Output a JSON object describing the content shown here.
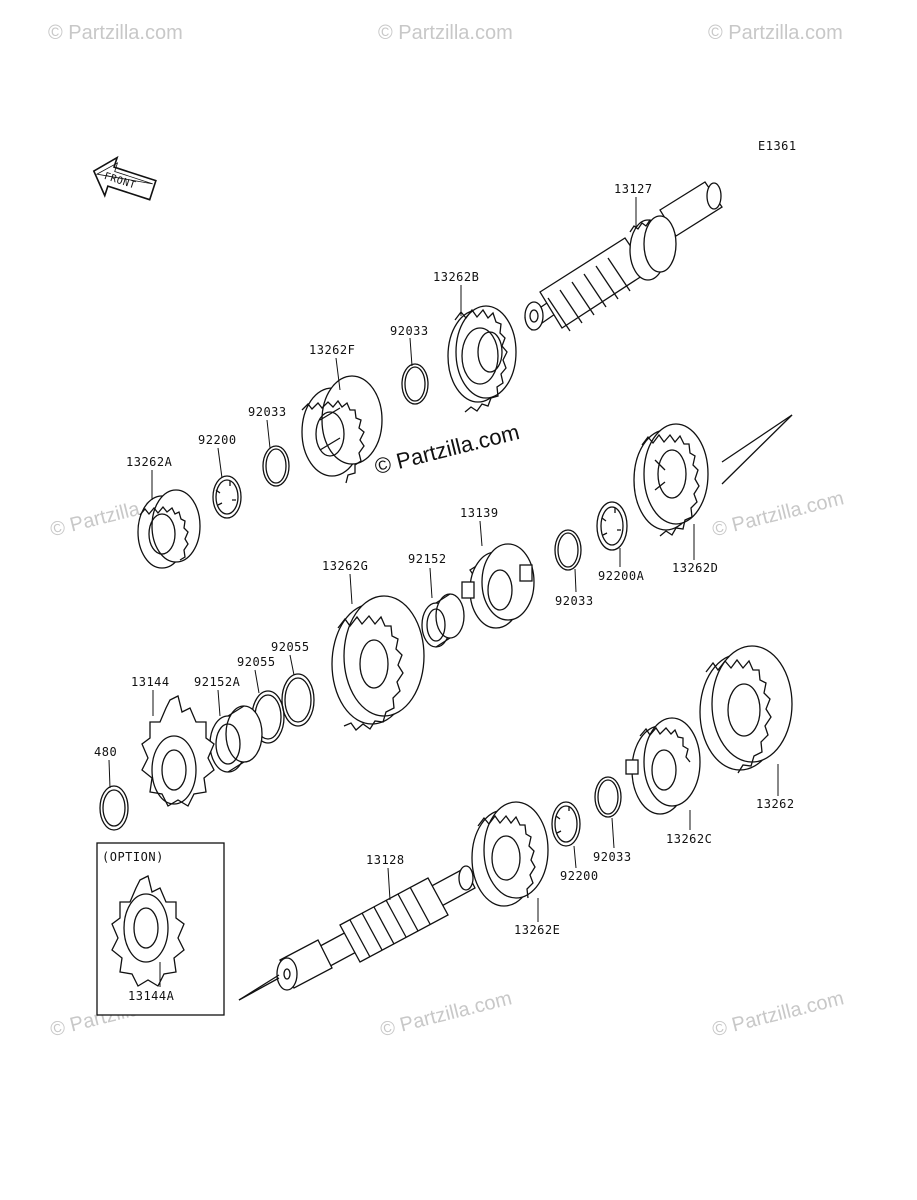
{
  "diagram_code": "E1361",
  "front_label": "FRONT",
  "option_label": "(OPTION)",
  "watermark": "© Partzilla.com",
  "center_watermark": "© Partzilla.com",
  "parts": {
    "p13127": "13127",
    "p13262B": "13262B",
    "p92033_a": "92033",
    "p13262F": "13262F",
    "p92033_b": "92033",
    "p92200_a": "92200",
    "p13262A": "13262A",
    "p13139": "13139",
    "p92152": "92152",
    "p13262G": "13262G",
    "p92033_c": "92033",
    "p92200A": "92200A",
    "p13262D": "13262D",
    "p92055_a": "92055",
    "p92055_b": "92055",
    "p92152A": "92152A",
    "p13144": "13144",
    "p480": "480",
    "p13128": "13128",
    "p13262E": "13262E",
    "p92200_b": "92200",
    "p92033_d": "92033",
    "p13262C": "13262C",
    "p13262": "13262",
    "p13144A": "13144A"
  },
  "colors": {
    "line": "#111111",
    "watermark": "#c8c8c8"
  }
}
